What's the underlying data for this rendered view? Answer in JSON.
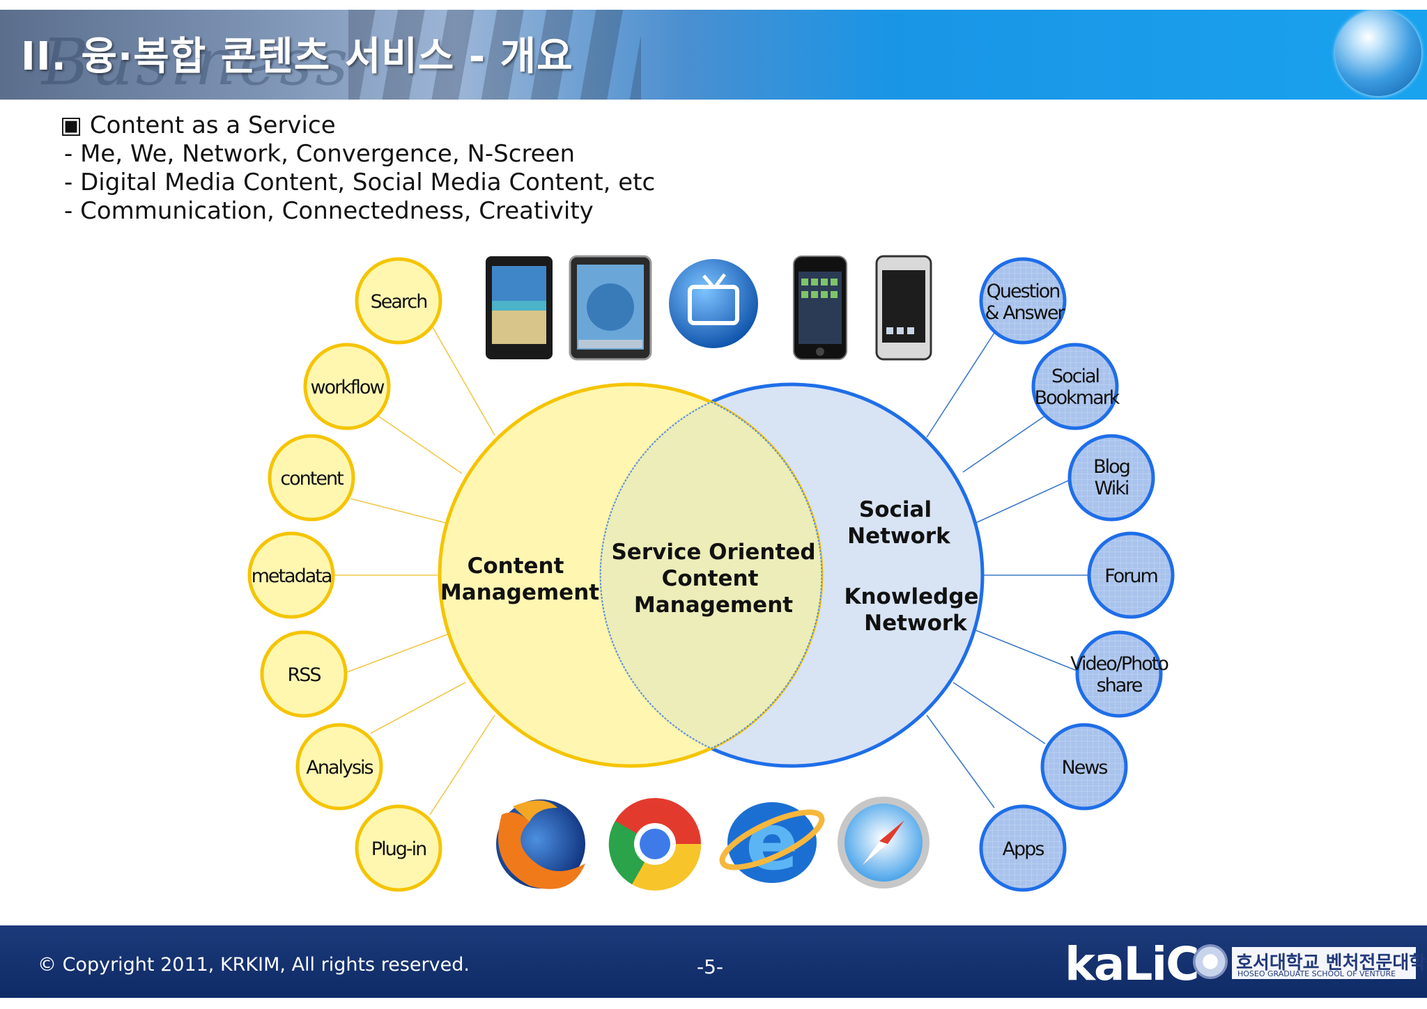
{
  "header": {
    "title": "II. 융·복합 콘텐츠 서비스 - 개요"
  },
  "bullets": {
    "heading": "▣ Content as a Service",
    "items": [
      "- Me, We, Network, Convergence, N-Screen",
      "- Digital Media Content, Social Media Content, etc",
      "- Communication, Connectedness, Creativity"
    ]
  },
  "diagram": {
    "left_circle": [
      "Content",
      "Management"
    ],
    "center": [
      "Service Oriented",
      "Content",
      "Management"
    ],
    "right_top": [
      "Social",
      "Network"
    ],
    "right_bottom": [
      "Knowledge",
      "Network"
    ],
    "left_nodes": [
      "Search",
      "workflow",
      "content",
      "metadata",
      "RSS",
      "Analysis",
      "Plug-in"
    ],
    "right_nodes": [
      [
        "Question",
        "& Answer"
      ],
      [
        "Social",
        "Bookmark"
      ],
      [
        "Blog",
        "Wiki"
      ],
      [
        "Forum"
      ],
      [
        "Video/Photo",
        "share"
      ],
      [
        "News"
      ],
      [
        "Apps"
      ]
    ],
    "devices": [
      "tablet-icon",
      "ipad-icon",
      "tv-icon",
      "iphone-icon",
      "smartphone-icon"
    ],
    "browsers": [
      "firefox-icon",
      "chrome-icon",
      "internet-explorer-icon",
      "safari-icon"
    ],
    "colors": {
      "yellow": "#fff7b0",
      "yellow_stroke": "#f5c400",
      "blue": "#d6e2f4",
      "blue_stroke": "#1f6ee8"
    }
  },
  "footer": {
    "copyright": "© Copyright 2011,  KRKIM, All rights reserved.",
    "page": "-5-",
    "logo": "kaLiC",
    "university": "호서대학교 벤처전문대학원",
    "university_en": "HOSEO GRADUATE SCHOOL OF VENTURE"
  }
}
